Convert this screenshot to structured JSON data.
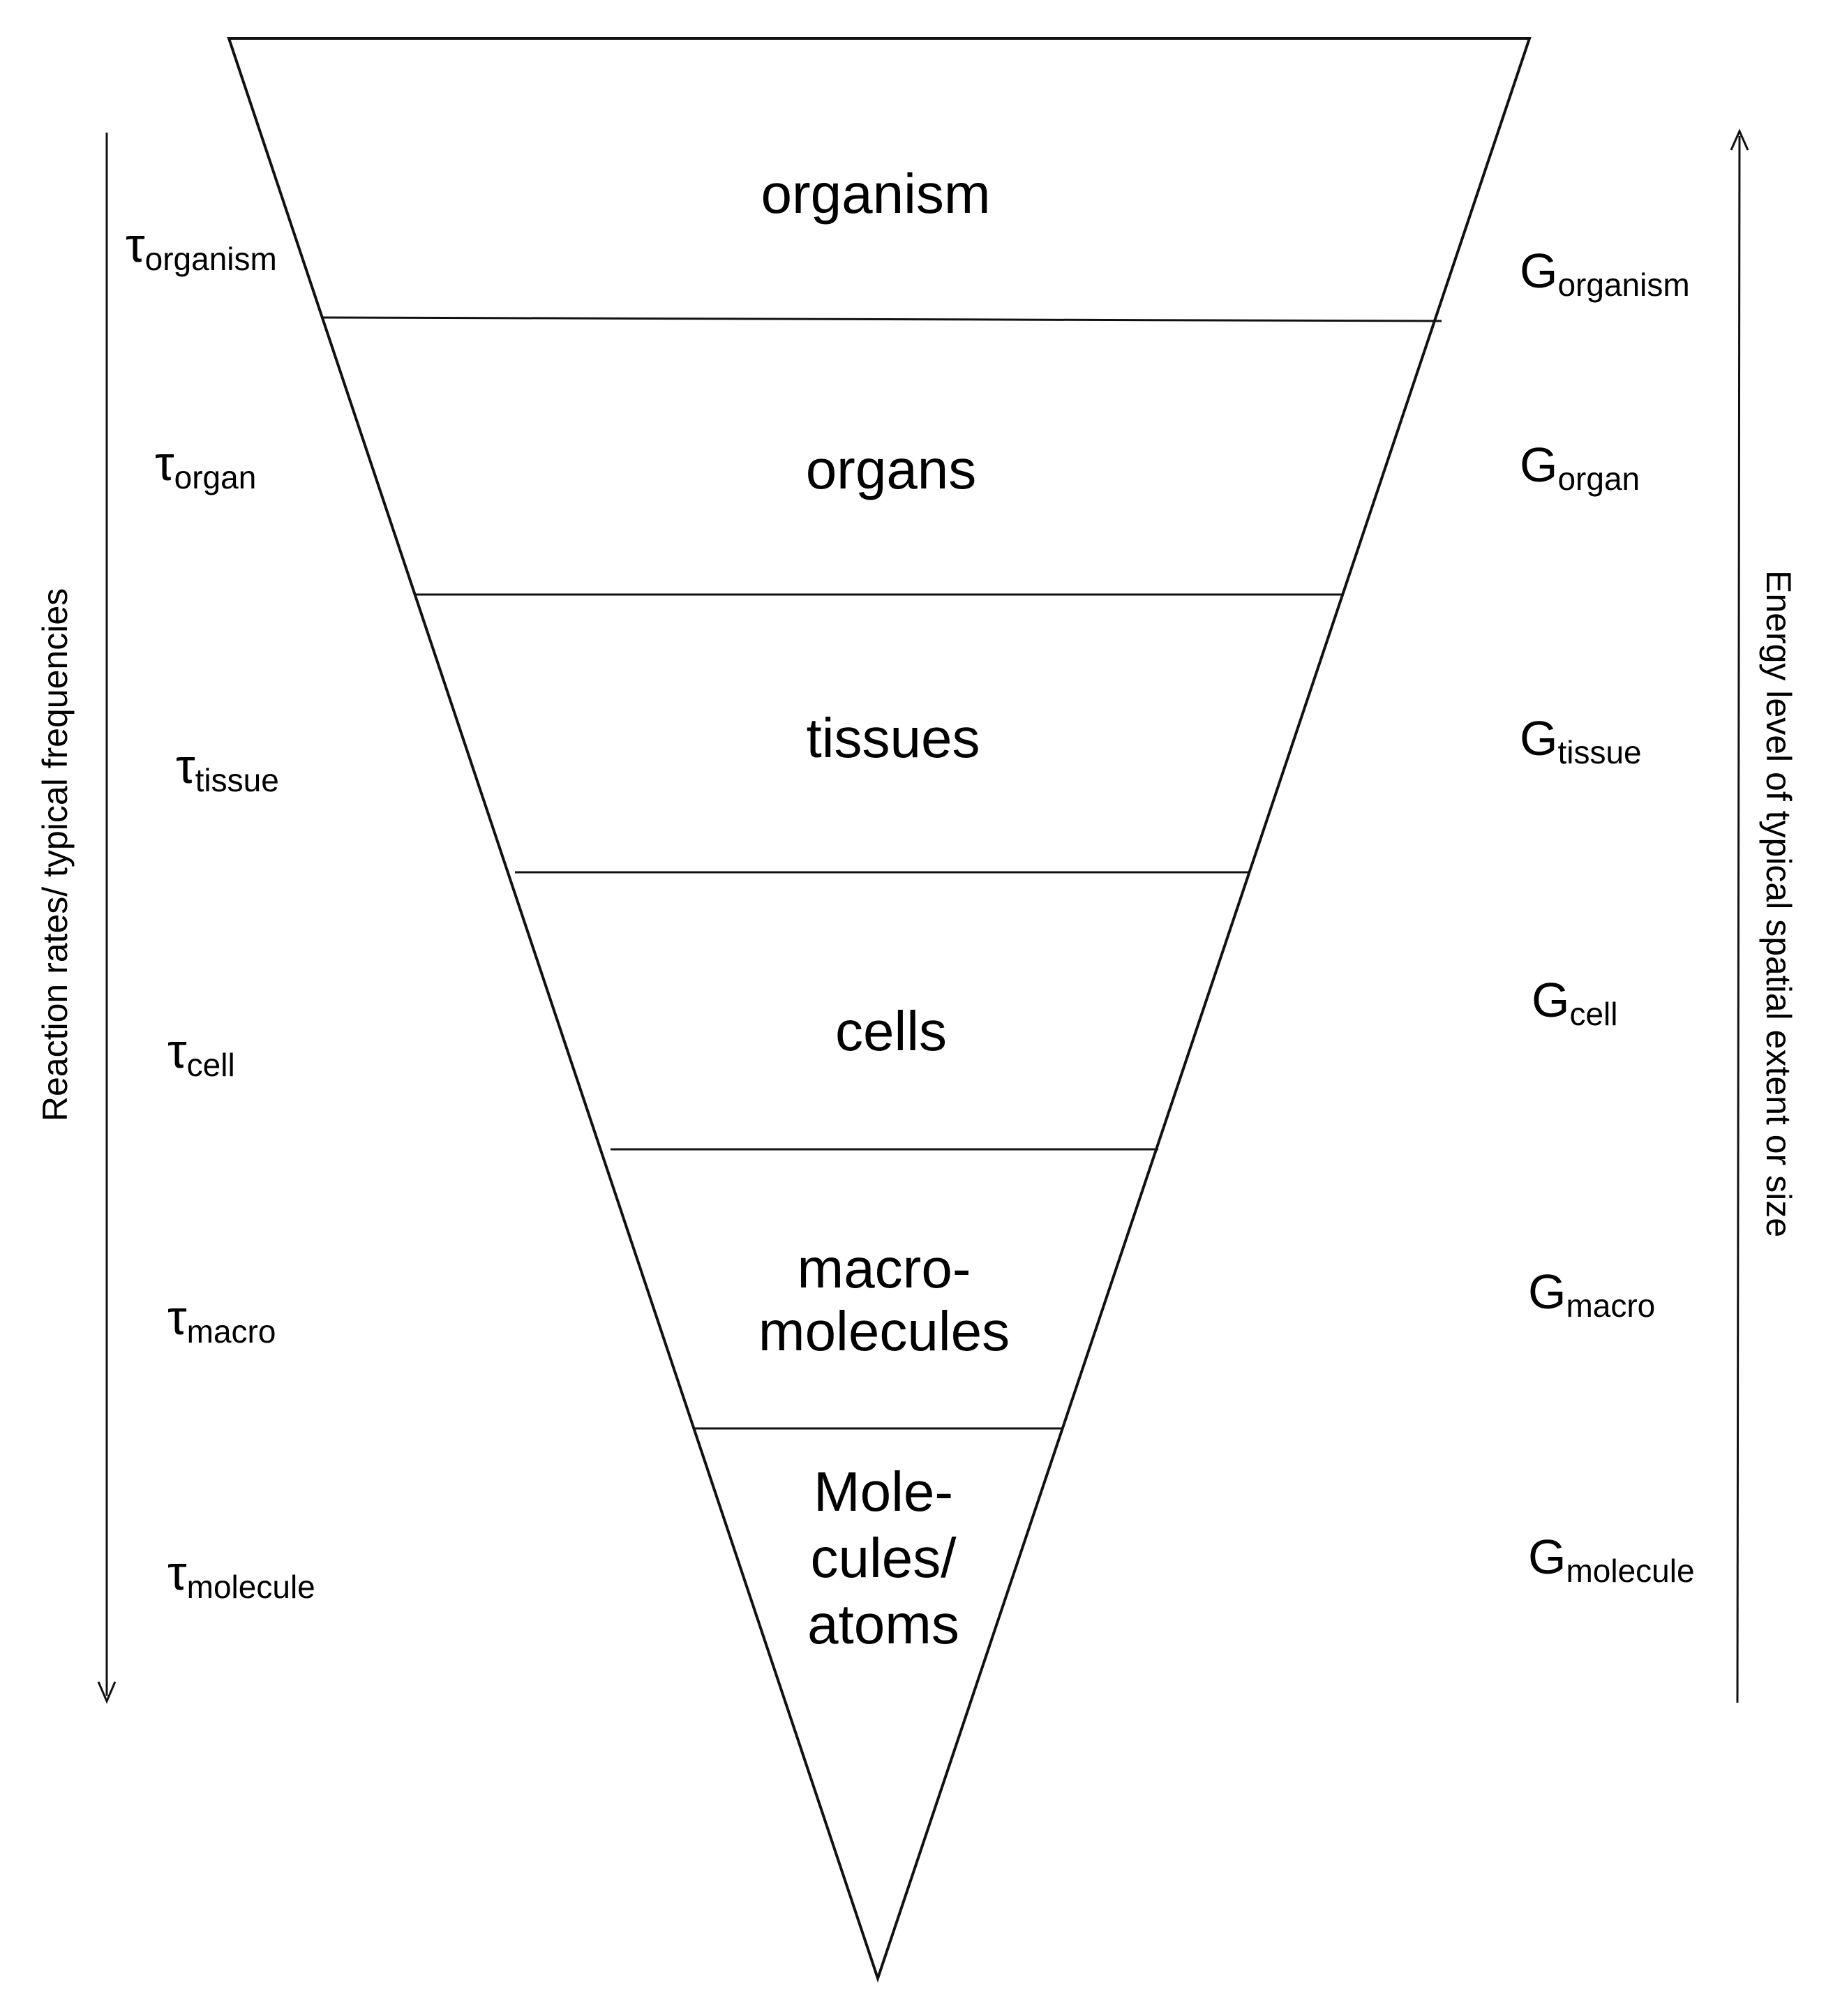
{
  "layers": [
    {
      "name": "organism",
      "lines": [
        "organism"
      ]
    },
    {
      "name": "organs",
      "lines": [
        "organs"
      ]
    },
    {
      "name": "tissues",
      "lines": [
        "tissues"
      ]
    },
    {
      "name": "cells",
      "lines": [
        "cells"
      ]
    },
    {
      "name": "macromolecules",
      "lines": [
        "macro-",
        "molecules"
      ]
    },
    {
      "name": "molecules-atoms",
      "lines": [
        "Mole-",
        "cules/",
        "atoms"
      ]
    }
  ],
  "tau": {
    "symbol": "τ",
    "subscripts": [
      "organism",
      "organ",
      "tissue",
      "cell",
      "macro",
      "molecule"
    ]
  },
  "g": {
    "symbol": "G",
    "subscripts": [
      "organism",
      "organ",
      "tissue",
      "cell",
      "macro",
      "molecule"
    ]
  },
  "left_axis": {
    "label": "Reaction rates/ typical frequencies",
    "direction": "down"
  },
  "right_axis": {
    "label": "Energy level of typical spatial extent or size",
    "direction": "up"
  },
  "colors": {
    "stroke": "#111111",
    "text": "#111111",
    "background": "#ffffff"
  }
}
